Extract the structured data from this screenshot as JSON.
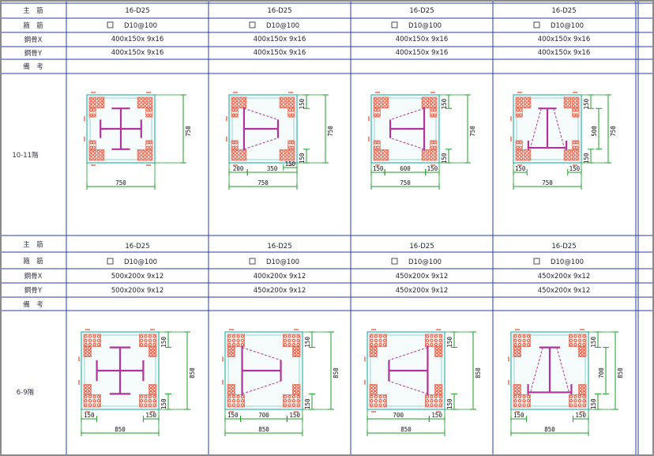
{
  "colors": {
    "grid": "#2b3ea8",
    "section": "#4fbfb6",
    "steel": "#b0359a",
    "rebar": "#e0452b",
    "dimension": "#1d9e2a",
    "frame": "#8a8a8a"
  },
  "labels": {
    "main_bar": "主　筋",
    "stirrup": "箍　筋",
    "steel_x": "鋼骨X",
    "steel_y": "鋼骨Y",
    "remark": "備　考",
    "group_top": "10-11階",
    "group_bottom": "6-9階"
  },
  "top": {
    "columns": [
      {
        "main": "16-D25",
        "stirrup": "D10@100",
        "steel_x": "400x150x 9x16",
        "steel_y": "400x150x 9x16",
        "variant": "cross",
        "dims": {
          "overall_h": "750",
          "overall_w": "750"
        }
      },
      {
        "main": "16-D25",
        "stirrup": "D10@100",
        "steel_x": "400x150x 9x16",
        "steel_y": "400x150x 9x16",
        "variant": "tee",
        "dims": {
          "right_top": "150",
          "right_bot": "150",
          "overall_h": "750",
          "bot_right": "150",
          "seg1": "200",
          "seg2": "350",
          "overall_w": "750"
        }
      },
      {
        "main": "16-D25",
        "stirrup": "D10@100",
        "steel_x": "400x150x 9x16",
        "steel_y": "400x150x 9x16",
        "variant": "tee-rev",
        "dims": {
          "right_top": "150",
          "right_bot": "150",
          "overall_h": "750",
          "seg1": "150",
          "seg2": "600",
          "seg3": "150",
          "overall_w": "750"
        }
      },
      {
        "main": "16-D25",
        "stirrup": "D10@100",
        "steel_x": "400x150x 9x16",
        "steel_y": "400x150x 9x16",
        "variant": "vee",
        "dims": {
          "right_top": "150",
          "right_mid": "500",
          "right_bot": "150",
          "overall_h": "750",
          "seg1": "150",
          "seg2": "150",
          "overall_w": "750"
        }
      }
    ]
  },
  "bottom": {
    "columns": [
      {
        "main": "16-D25",
        "stirrup": "D10@100",
        "steel_x": "500x200x 9x12",
        "steel_y": "500x200x 9x12",
        "variant": "cross",
        "dims": {
          "right_top": "150",
          "overall_h": "850",
          "right_bot": "150",
          "seg1": "150",
          "seg2": "150",
          "overall_w": "850"
        }
      },
      {
        "main": "16-D25",
        "stirrup": "D10@100",
        "steel_x": "400x200x 9x12",
        "steel_y": "450x200x 9x12",
        "variant": "tee",
        "dims": {
          "right_top": "150",
          "overall_h": "850",
          "right_bot": "150",
          "seg1": "150",
          "seg2": "700",
          "seg3": "150",
          "overall_w": "850"
        }
      },
      {
        "main": "16-D25",
        "stirrup": "D10@100",
        "steel_x": "450x200x 9x12",
        "steel_y": "450x200x 9x12",
        "variant": "tee-rev",
        "dims": {
          "right_top": "150",
          "overall_h": "850",
          "right_bot": "150",
          "seg1": "700",
          "seg2": "150",
          "overall_w": "850"
        }
      },
      {
        "main": "16-D25",
        "stirrup": "D10@100",
        "steel_x": "450x200x 9x12",
        "steel_y": "450x200x 9x12",
        "variant": "vee",
        "dims": {
          "right_top": "150",
          "right_mid": "700",
          "overall_h": "850",
          "right_bot": "150",
          "seg1": "150",
          "seg2": "150",
          "overall_w": "850"
        }
      }
    ]
  }
}
